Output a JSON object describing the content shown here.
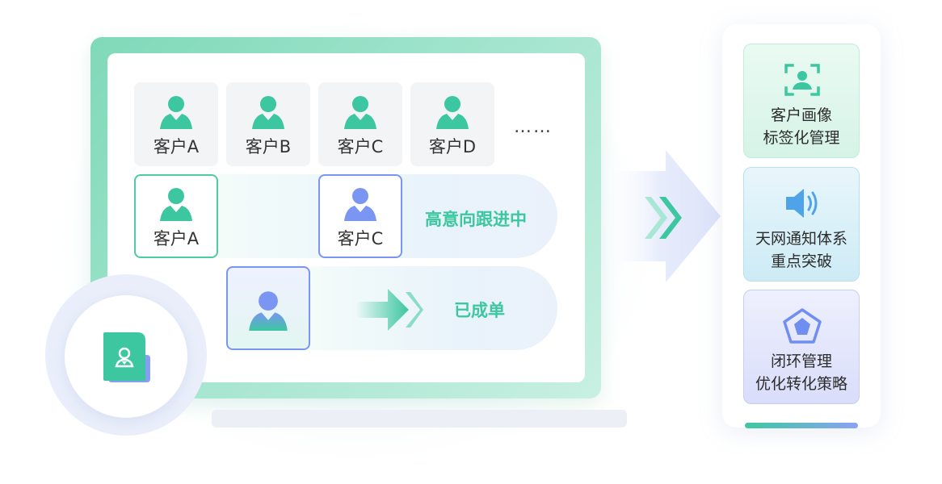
{
  "customers_row": [
    {
      "label": "客户A"
    },
    {
      "label": "客户B"
    },
    {
      "label": "客户C"
    },
    {
      "label": "客户D"
    }
  ],
  "more_indicator": "……",
  "row1": {
    "customer_a_label": "客户A",
    "customer_c_label": "客户C",
    "status": "高意向跟进中"
  },
  "row2": {
    "status": "已成单"
  },
  "features": [
    {
      "icon": "face-scan-icon",
      "line1": "客户画像",
      "line2": "标签化管理"
    },
    {
      "icon": "speaker-icon",
      "line1": "天网通知体系",
      "line2": "重点突破"
    },
    {
      "icon": "pentagon-icon",
      "line1": "闭环管理",
      "line2": "优化转化策略"
    }
  ],
  "colors": {
    "green": "#3cc7a0",
    "blue": "#7a95f2",
    "frame": "#8fdcc2"
  }
}
